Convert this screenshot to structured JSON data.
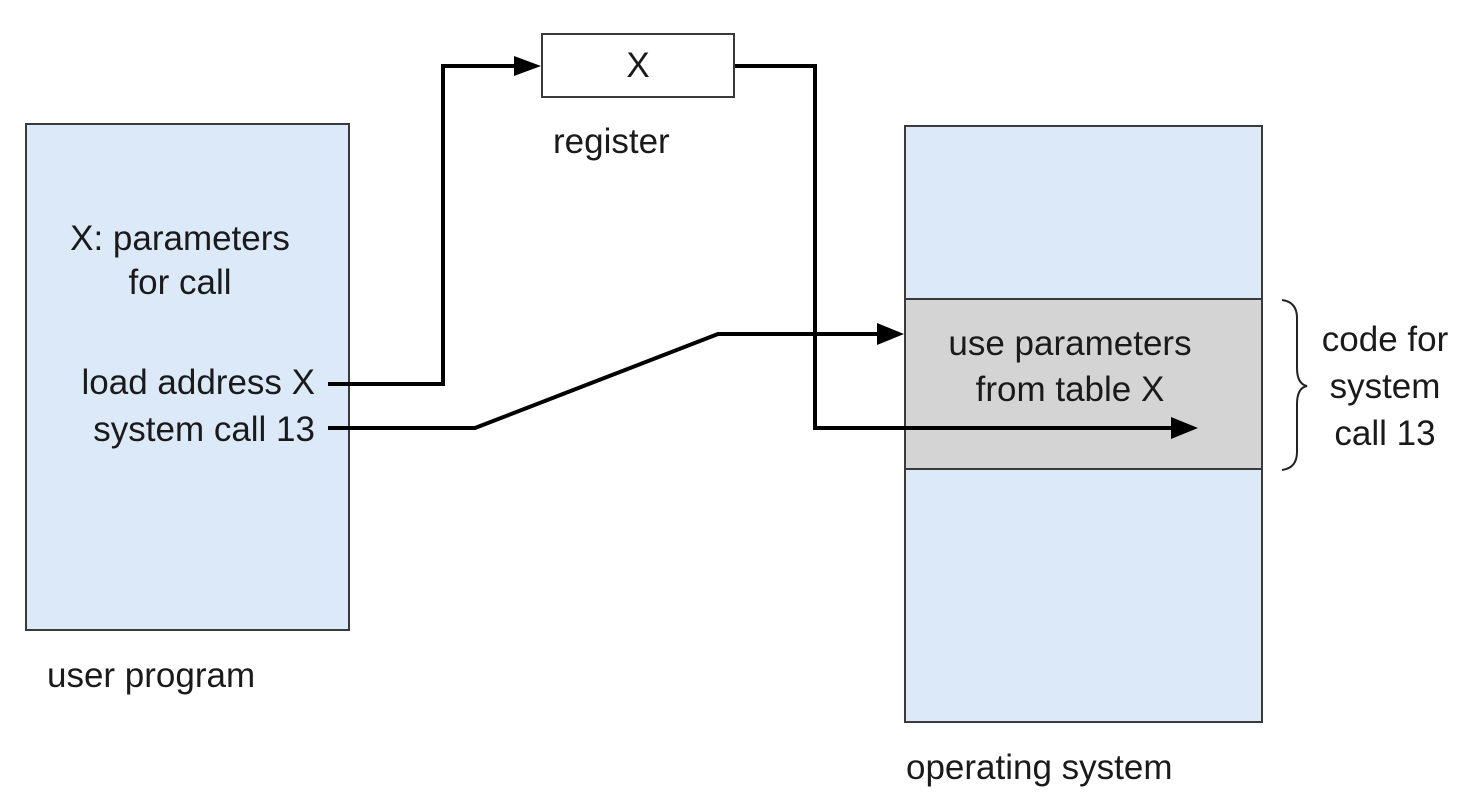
{
  "user_program": {
    "label": "user program",
    "params_line1": "X: parameters",
    "params_line2": "for call",
    "load_address": "load address X",
    "system_call": "system call 13"
  },
  "register": {
    "value": "X",
    "label": "register"
  },
  "operating_system": {
    "label": "operating system",
    "code_line1": "use parameters",
    "code_line2": "from table X",
    "brace_line1": "code for",
    "brace_line2": "system",
    "brace_line3": "call 13"
  },
  "colors": {
    "memory_fill": "#dce9f8",
    "code_fill": "#d4d4d4",
    "line": "#000000"
  }
}
